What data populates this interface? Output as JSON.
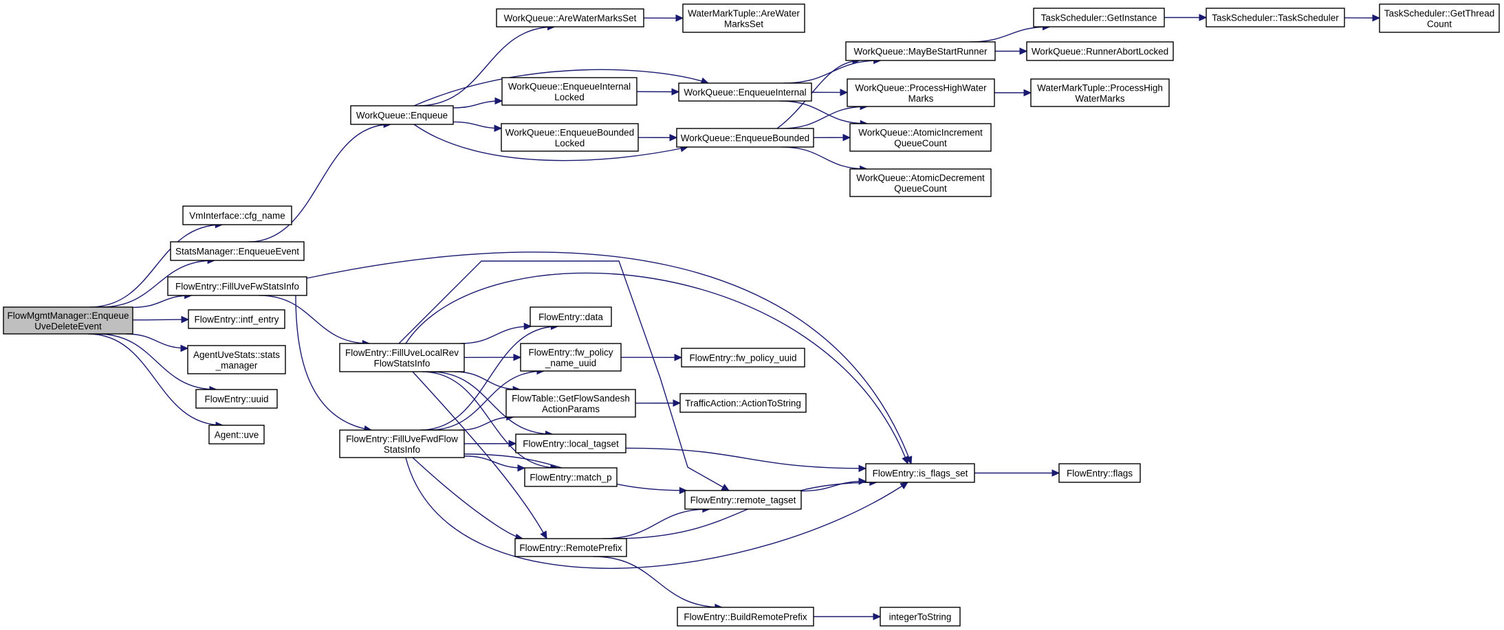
{
  "nodes": {
    "root": [
      "FlowMgmtManager::Enqueue",
      "UveDeleteEvent"
    ],
    "cfg_name": [
      "VmInterface::cfg_name"
    ],
    "enqueue_event": [
      "StatsManager::EnqueueEvent"
    ],
    "fill_fw": [
      "FlowEntry::FillUveFwStatsInfo"
    ],
    "intf_entry": [
      "FlowEntry::intf_entry"
    ],
    "stats_manager": [
      "AgentUveStats::stats",
      "_manager"
    ],
    "uuid": [
      "FlowEntry::uuid"
    ],
    "uve": [
      "Agent::uve"
    ],
    "wq_enqueue": [
      "WorkQueue::Enqueue"
    ],
    "fill_local": [
      "FlowEntry::FillUveLocalRev",
      "FlowStatsInfo"
    ],
    "fill_fwd": [
      "FlowEntry::FillUveFwdFlow",
      "StatsInfo"
    ],
    "are_wm_set": [
      "WorkQueue::AreWaterMarksSet"
    ],
    "enq_int_locked": [
      "WorkQueue::EnqueueInternal",
      "Locked"
    ],
    "enq_bnd_locked": [
      "WorkQueue::EnqueueBounded",
      "Locked"
    ],
    "data": [
      "FlowEntry::data"
    ],
    "fw_policy_name": [
      "FlowEntry::fw_policy",
      "_name_uuid"
    ],
    "get_sandesh": [
      "FlowTable::GetFlowSandesh",
      "ActionParams"
    ],
    "local_tagset": [
      "FlowEntry::local_tagset"
    ],
    "match_p": [
      "FlowEntry::match_p"
    ],
    "remote_prefix": [
      "FlowEntry::RemotePrefix"
    ],
    "wmt_are": [
      "WaterMarkTuple::AreWater",
      "MarksSet"
    ],
    "enq_internal": [
      "WorkQueue::EnqueueInternal"
    ],
    "enq_bounded": [
      "WorkQueue::EnqueueBounded"
    ],
    "fw_policy_uuid": [
      "FlowEntry::fw_policy_uuid"
    ],
    "action_to_string": [
      "TrafficAction::ActionToString"
    ],
    "remote_tagset": [
      "FlowEntry::remote_tagset"
    ],
    "build_remote": [
      "FlowEntry::BuildRemotePrefix"
    ],
    "may_be_start": [
      "WorkQueue::MayBeStartRunner"
    ],
    "process_high": [
      "WorkQueue::ProcessHighWater",
      "Marks"
    ],
    "atomic_inc": [
      "WorkQueue::AtomicIncrement",
      "QueueCount"
    ],
    "atomic_dec": [
      "WorkQueue::AtomicDecrement",
      "QueueCount"
    ],
    "is_flags_set": [
      "FlowEntry::is_flags_set"
    ],
    "integer_to_string": [
      "integerToString"
    ],
    "ts_get_instance": [
      "TaskScheduler::GetInstance"
    ],
    "runner_abort": [
      "WorkQueue::RunnerAbortLocked"
    ],
    "wmt_process": [
      "WaterMarkTuple::ProcessHigh",
      "WaterMarks"
    ],
    "flags": [
      "FlowEntry::flags"
    ],
    "ts_ctor": [
      "TaskScheduler::TaskScheduler"
    ],
    "ts_thread_count": [
      "TaskScheduler::GetThread",
      "Count"
    ]
  },
  "edges": [
    [
      "root",
      "cfg_name"
    ],
    [
      "root",
      "enqueue_event"
    ],
    [
      "root",
      "fill_fw"
    ],
    [
      "root",
      "intf_entry"
    ],
    [
      "root",
      "stats_manager"
    ],
    [
      "root",
      "uuid"
    ],
    [
      "root",
      "uve"
    ],
    [
      "enqueue_event",
      "wq_enqueue"
    ],
    [
      "wq_enqueue",
      "are_wm_set"
    ],
    [
      "wq_enqueue",
      "enq_int_locked"
    ],
    [
      "wq_enqueue",
      "enq_bnd_locked"
    ],
    [
      "wq_enqueue",
      "enq_internal"
    ],
    [
      "wq_enqueue",
      "enq_bounded"
    ],
    [
      "are_wm_set",
      "wmt_are"
    ],
    [
      "enq_int_locked",
      "enq_internal"
    ],
    [
      "enq_bnd_locked",
      "enq_bounded"
    ],
    [
      "enq_internal",
      "may_be_start"
    ],
    [
      "enq_internal",
      "process_high"
    ],
    [
      "enq_internal",
      "atomic_inc"
    ],
    [
      "enq_bounded",
      "may_be_start"
    ],
    [
      "enq_bounded",
      "process_high"
    ],
    [
      "enq_bounded",
      "atomic_inc"
    ],
    [
      "enq_bounded",
      "atomic_dec"
    ],
    [
      "may_be_start",
      "ts_get_instance"
    ],
    [
      "may_be_start",
      "runner_abort"
    ],
    [
      "ts_get_instance",
      "ts_ctor"
    ],
    [
      "ts_ctor",
      "ts_thread_count"
    ],
    [
      "process_high",
      "wmt_process"
    ],
    [
      "fill_fw",
      "fill_local"
    ],
    [
      "fill_fw",
      "fill_fwd"
    ],
    [
      "fill_fw",
      "is_flags_set"
    ],
    [
      "fill_local",
      "data"
    ],
    [
      "fill_local",
      "fw_policy_name"
    ],
    [
      "fill_local",
      "get_sandesh"
    ],
    [
      "fill_local",
      "local_tagset"
    ],
    [
      "fill_local",
      "match_p"
    ],
    [
      "fill_local",
      "remote_prefix"
    ],
    [
      "fill_local",
      "remote_tagset"
    ],
    [
      "fill_local",
      "is_flags_set"
    ],
    [
      "fill_fwd",
      "data"
    ],
    [
      "fill_fwd",
      "fw_policy_name"
    ],
    [
      "fill_fwd",
      "get_sandesh"
    ],
    [
      "fill_fwd",
      "local_tagset"
    ],
    [
      "fill_fwd",
      "match_p"
    ],
    [
      "fill_fwd",
      "remote_prefix"
    ],
    [
      "fill_fwd",
      "remote_tagset"
    ],
    [
      "fill_fwd",
      "is_flags_set"
    ],
    [
      "fw_policy_name",
      "fw_policy_uuid"
    ],
    [
      "get_sandesh",
      "action_to_string"
    ],
    [
      "local_tagset",
      "is_flags_set"
    ],
    [
      "remote_tagset",
      "is_flags_set"
    ],
    [
      "remote_prefix",
      "remote_tagset"
    ],
    [
      "remote_prefix",
      "is_flags_set"
    ],
    [
      "remote_prefix",
      "build_remote"
    ],
    [
      "build_remote",
      "integer_to_string"
    ],
    [
      "is_flags_set",
      "flags"
    ]
  ]
}
